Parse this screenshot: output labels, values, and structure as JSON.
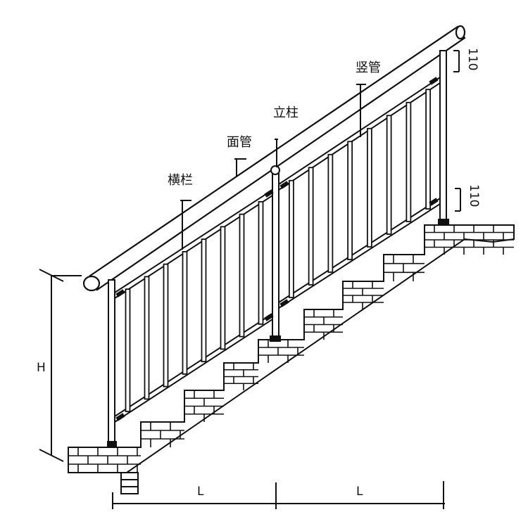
{
  "labels": {
    "vertical_bar": "竖管",
    "post": "立柱",
    "handrail": "面管",
    "horizontal_rail": "横栏"
  },
  "dimensions": {
    "height": "H",
    "span_left": "L",
    "span_right": "L",
    "top_offset": "110",
    "bottom_offset": "110"
  },
  "colors": {
    "line": "#111111",
    "background": "#ffffff"
  }
}
